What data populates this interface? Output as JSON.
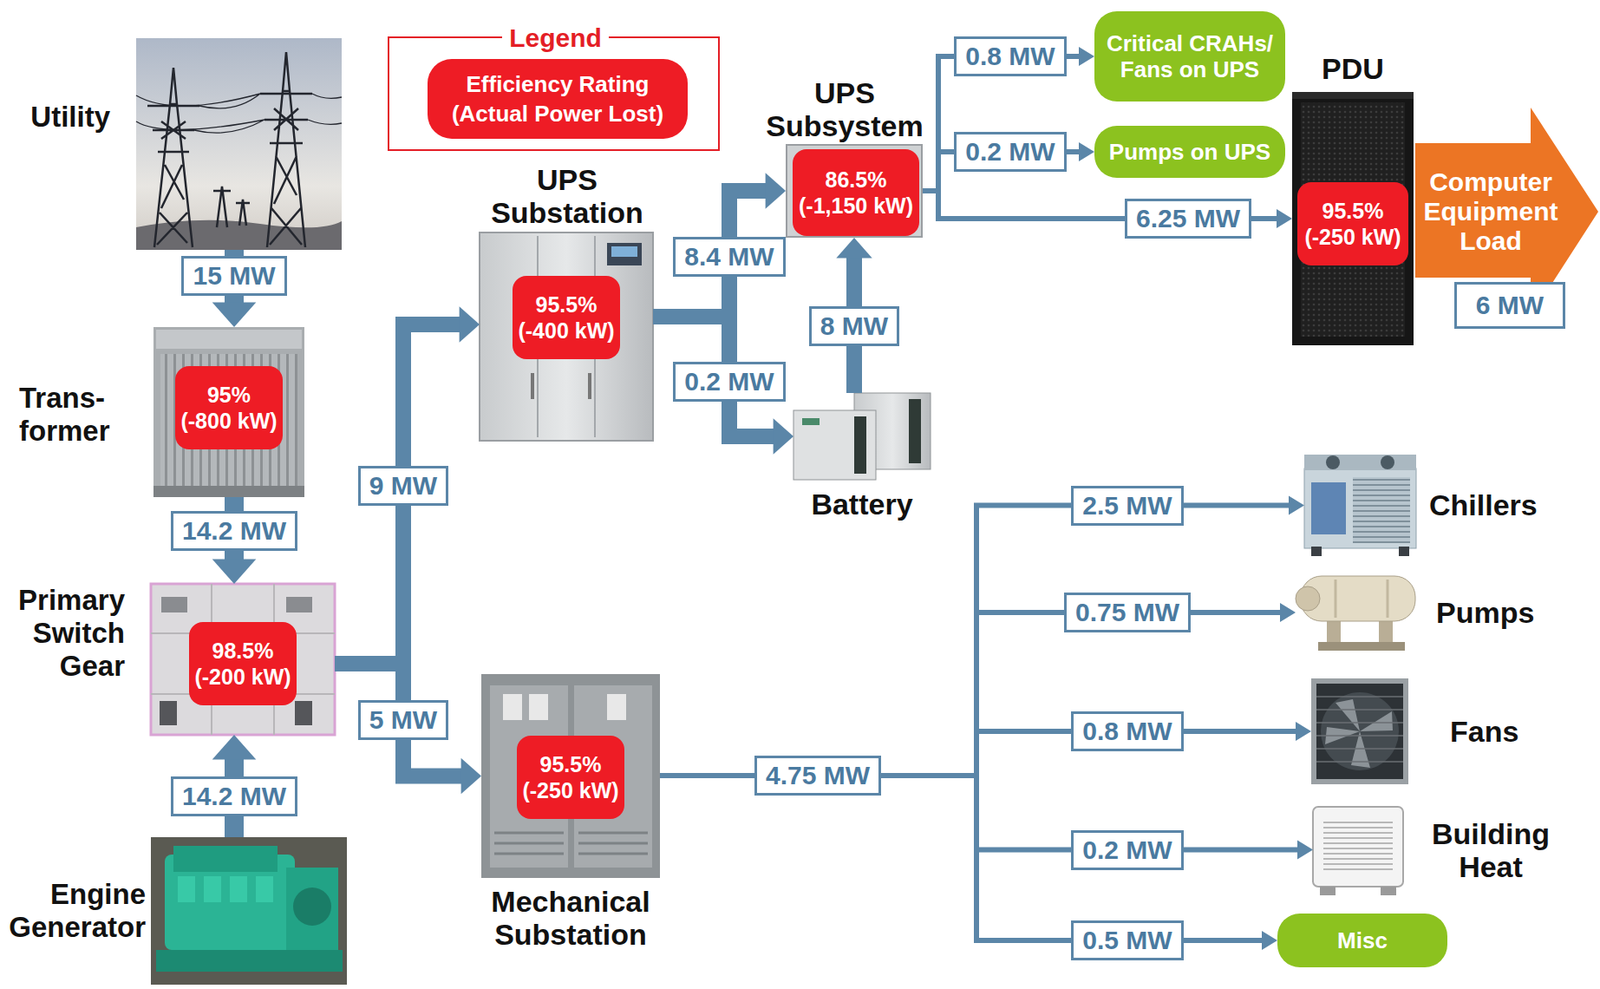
{
  "diagram": {
    "nodes": [
      {
        "text": [
          "Legend"
        ]
      },
      {
        "text": [
          "Efficiency Rating",
          "(Actual Power Lost)"
        ],
        "in": 0
      },
      {
        "text": [
          "Utility"
        ]
      },
      {
        "text": [
          "Trans- former"
        ]
      },
      {
        "text": [
          "95%",
          "(-800 kW)"
        ],
        "in": 3
      },
      {
        "text": [
          "Primary Switch Gear"
        ]
      },
      {
        "text": [
          "98.5%",
          "(-200 kW)"
        ],
        "in": 5
      },
      {
        "text": [
          "Engine Generator"
        ]
      },
      {
        "text": [
          "UPS Substation"
        ]
      },
      {
        "text": [
          "95.5%",
          "(-400 kW)"
        ],
        "in": 8
      },
      {
        "text": [
          "UPS Subsystem"
        ]
      },
      {
        "text": [
          "86.5%",
          "(-1,150 kW)"
        ],
        "in": 10
      },
      {
        "text": [
          "Battery"
        ]
      },
      {
        "text": [
          "Critical CRAHs/ Fans on UPS"
        ]
      },
      {
        "text": [
          "Pumps on UPS"
        ]
      },
      {
        "text": [
          "PDU"
        ]
      },
      {
        "text": [
          "95.5%",
          "(-250 kW)"
        ],
        "in": 15
      },
      {
        "text": [
          "Computer Equipment Load"
        ]
      },
      {
        "text": [
          "6 MW"
        ]
      },
      {
        "text": [
          "Mechanical Substation"
        ]
      },
      {
        "text": [
          "95.5%",
          "(-250 kW)"
        ],
        "in": 19
      },
      {
        "text": [
          "Chillers"
        ]
      },
      {
        "text": [
          "Pumps"
        ]
      },
      {
        "text": [
          "Fans"
        ]
      },
      {
        "text": [
          "Building Heat"
        ]
      },
      {
        "text": [
          "Misc"
        ]
      }
    ],
    "edges": [
      {
        "from": 2,
        "to": 3,
        "label": "15 MW",
        "arrow": "to"
      },
      {
        "from": 3,
        "to": 5,
        "label": "14.2 MW",
        "arrow": "to"
      },
      {
        "from": 7,
        "to": 5,
        "label": "14.2 MW",
        "arrow": "to"
      },
      {
        "from": 5,
        "to": 8,
        "label": "9 MW",
        "arrow": "to"
      },
      {
        "from": 5,
        "to": 19,
        "label": "5 MW",
        "arrow": "to"
      },
      {
        "from": 8,
        "to": 10,
        "label": "8.4 MW",
        "arrow": "to"
      },
      {
        "from": 8,
        "to": 12,
        "label": "0.2 MW",
        "arrow": "to"
      },
      {
        "from": 12,
        "to": 10,
        "label": "8 MW",
        "arrow": "to"
      },
      {
        "from": 10,
        "to": 13,
        "label": "0.8 MW",
        "arrow": "to"
      },
      {
        "from": 10,
        "to": 14,
        "label": "0.2 MW",
        "arrow": "to"
      },
      {
        "from": 10,
        "to": 15,
        "label": "6.25 MW",
        "arrow": "to"
      },
      {
        "from": 19,
        "to": 21,
        "label": "2.5 MW",
        "arrow": "to"
      },
      {
        "from": 19,
        "to": 22,
        "label": "0.75 MW",
        "arrow": "to"
      },
      {
        "from": 19,
        "to": 23,
        "label": "0.8 MW",
        "arrow": "to"
      },
      {
        "from": 19,
        "to": 24,
        "label": "0.2 MW",
        "arrow": "to"
      },
      {
        "from": 19,
        "to": 25,
        "label": "0.5 MW",
        "arrow": "to"
      }
    ],
    "labels": [
      "4.75 MW"
    ]
  }
}
